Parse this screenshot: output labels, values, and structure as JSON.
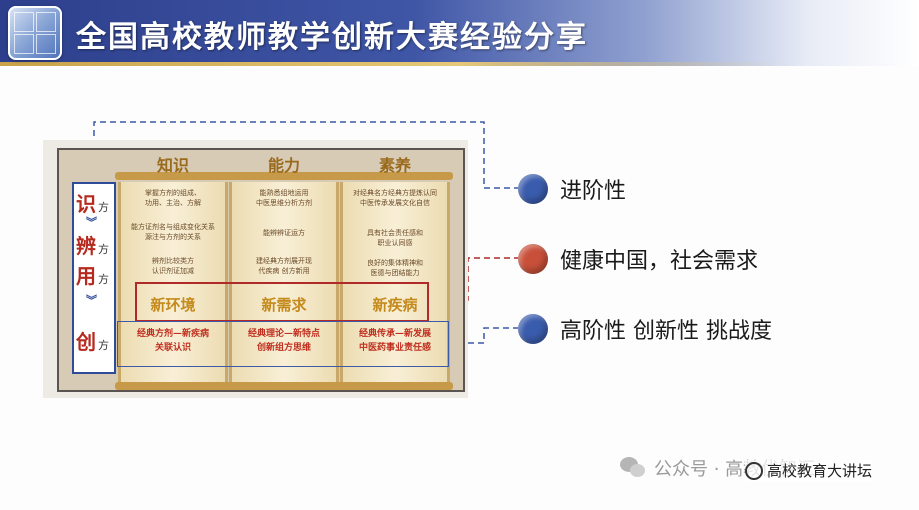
{
  "header": {
    "title": "全国高校教师教学创新大赛经验分享"
  },
  "figure": {
    "methods": [
      {
        "char": "识",
        "suffix": "方"
      },
      {
        "char": "辨",
        "suffix": "方"
      },
      {
        "char": "用",
        "suffix": "方"
      },
      {
        "char": "创",
        "suffix": "方"
      }
    ],
    "columns": [
      {
        "title": "知识",
        "lines": [
          "掌握方剂的组成、",
          "功用、主治、方解",
          "",
          "能方证剂名与组成变化关系",
          "源注与方剂的关系",
          "",
          "辨剂比较类方",
          "认识剂证加减"
        ],
        "key": "新环境",
        "bottom": [
          "经典方剂—新疾病",
          "关联认识"
        ]
      },
      {
        "title": "能力",
        "lines": [
          "能熟悉组地运用",
          "中医思维分析方剂",
          "",
          "",
          "能辨辨证运方",
          "",
          "建经典方剂展开现",
          "代疾病 创方新用"
        ],
        "key": "新需求",
        "bottom": [
          "经典理论—新特点",
          "创新组方思维"
        ]
      },
      {
        "title": "素养",
        "lines": [
          "对经典名方经典方提炼认同",
          "中医传承发展文化自信",
          "",
          "",
          "具有社会责任感和",
          "职业认同感",
          "",
          "良好的集体精神和",
          "医德与团结能力"
        ],
        "key": "新疾病",
        "bottom": [
          "经典传承—新发展",
          "中医药事业责任感"
        ]
      }
    ]
  },
  "points": [
    {
      "text": "进阶性",
      "color": "#3a5cad"
    },
    {
      "text": "健康中国，社会需求",
      "color": "#c8503a"
    },
    {
      "text": "高阶性  创新性  挑战度",
      "color": "#3a5cad"
    }
  ],
  "watermark": {
    "text": "公众号 · 高教优智汇",
    "channel": "高校教育大讲坛",
    "icon": "wechat-icon"
  }
}
